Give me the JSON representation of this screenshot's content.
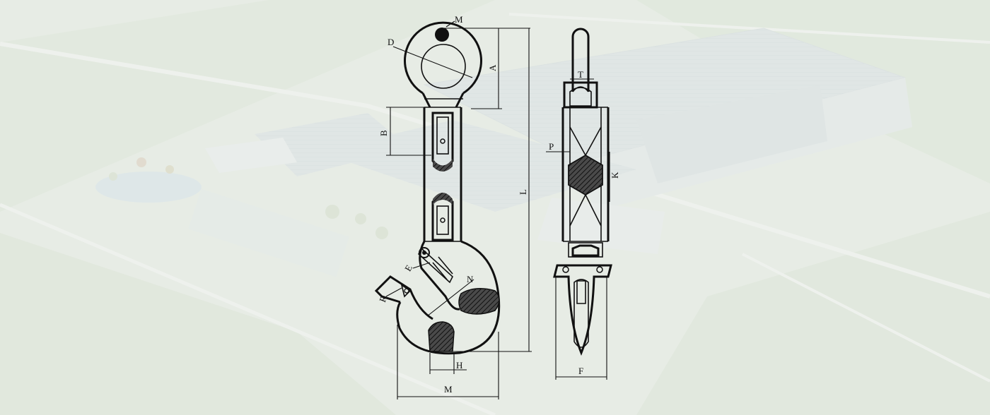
{
  "background": {
    "description_icon": "aerial-factory-photo",
    "tint": "#e3e9e1"
  },
  "diagram": {
    "front_view_labels": {
      "m_top": "M",
      "d": "D",
      "a": "A",
      "b": "B",
      "l": "L",
      "e": "E",
      "r": "R",
      "n": "N",
      "h": "H",
      "m_bottom": "M"
    },
    "side_view_labels": {
      "t": "T",
      "p": "P",
      "k": "K",
      "f": "F"
    }
  }
}
